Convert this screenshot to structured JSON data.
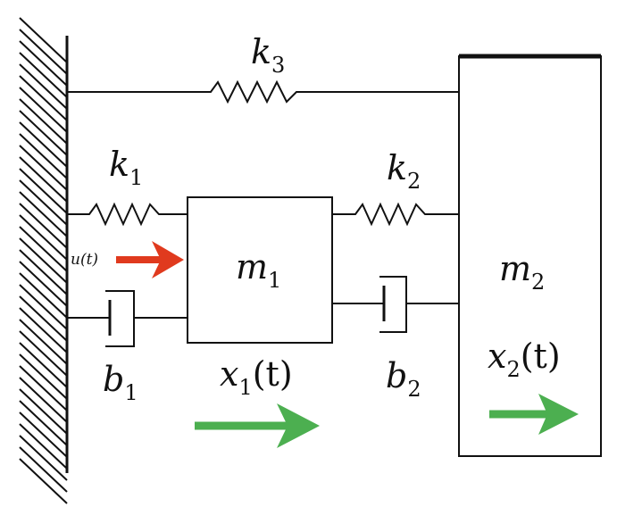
{
  "labels": {
    "k1": {
      "base": "k",
      "sub": "1"
    },
    "k2": {
      "base": "k",
      "sub": "2"
    },
    "k3": {
      "base": "k",
      "sub": "3"
    },
    "b1": {
      "base": "b",
      "sub": "1"
    },
    "b2": {
      "base": "b",
      "sub": "2"
    },
    "m1": {
      "base": "m",
      "sub": "1"
    },
    "m2": {
      "base": "m",
      "sub": "2"
    },
    "x1": {
      "base": "x",
      "sub": "1",
      "tail": "(t)"
    },
    "x2": {
      "base": "x",
      "sub": "2",
      "tail": "(t)"
    },
    "u": {
      "text": "u(t)"
    }
  },
  "colors": {
    "line": "#111111",
    "force_arrow": "#e03a1e",
    "displacement_arrow": "#4caf50",
    "wall_hatch": "#111111"
  }
}
